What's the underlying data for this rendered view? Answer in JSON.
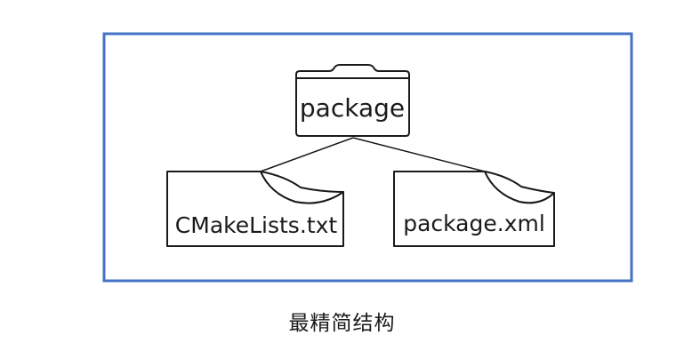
{
  "diagram": {
    "root": {
      "label": "package",
      "icon": "folder-icon"
    },
    "children": [
      {
        "label": "CMakeLists.txt",
        "icon": "file-icon"
      },
      {
        "label": "package.xml",
        "icon": "file-icon"
      }
    ]
  },
  "caption": "最精简结构",
  "colors": {
    "frame_border": "#4472c4",
    "stroke": "#1a1a1a",
    "background": "#ffffff"
  }
}
